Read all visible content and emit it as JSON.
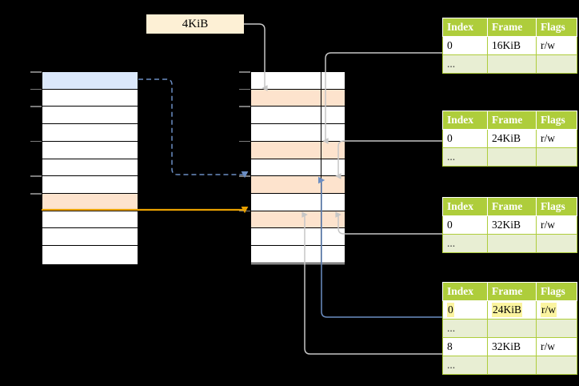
{
  "diagram": {
    "title_label": "4KiB",
    "background": "#000000",
    "colors": {
      "header_green": "#aecd3b",
      "row_alt_green": "#e8eed3",
      "highlight_yellow": "#fbf4a0",
      "peach_row": "#fde3cd",
      "blue_row": "#dbe8fb",
      "orange_arrow": "#e8a000",
      "blue_arrow": "#5b7fb9",
      "gray_arrow": "#c8c8c8",
      "label_bg": "#fdf0d5"
    }
  },
  "left_table": {
    "name": "virtual-address-space",
    "row_count": 11,
    "rows": [
      {
        "index": 0,
        "fill": "blue",
        "label": ""
      },
      {
        "index": 1,
        "fill": "white",
        "label": ""
      },
      {
        "index": 2,
        "fill": "white",
        "label": ""
      },
      {
        "index": 3,
        "fill": "white",
        "label": ""
      },
      {
        "index": 4,
        "fill": "white",
        "label": ""
      },
      {
        "index": 5,
        "fill": "white",
        "label": ""
      },
      {
        "index": 6,
        "fill": "white",
        "label": ""
      },
      {
        "index": 7,
        "fill": "peach",
        "label": ""
      },
      {
        "index": 8,
        "fill": "white",
        "label": ""
      },
      {
        "index": 9,
        "fill": "white",
        "label": ""
      },
      {
        "index": 10,
        "fill": "white",
        "label": ""
      }
    ]
  },
  "middle_table": {
    "name": "physical-memory",
    "row_count": 11,
    "rows": [
      {
        "index": 0,
        "fill": "white",
        "label": ""
      },
      {
        "index": 1,
        "fill": "peach",
        "label": ""
      },
      {
        "index": 2,
        "fill": "white",
        "label": ""
      },
      {
        "index": 3,
        "fill": "white",
        "label": ""
      },
      {
        "index": 4,
        "fill": "peach",
        "label": ""
      },
      {
        "index": 5,
        "fill": "white",
        "label": ""
      },
      {
        "index": 6,
        "fill": "peach",
        "label": ""
      },
      {
        "index": 7,
        "fill": "white",
        "label": ""
      },
      {
        "index": 8,
        "fill": "peach",
        "label": ""
      },
      {
        "index": 9,
        "fill": "white",
        "label": ""
      },
      {
        "index": 10,
        "fill": "white",
        "label": ""
      }
    ]
  },
  "page_tables": [
    {
      "name": "page-table-level-0",
      "headers": [
        "Index",
        "Frame",
        "Flags"
      ],
      "rows": [
        {
          "type": "data",
          "cells": [
            "0",
            "16KiB",
            "r/w"
          ],
          "highlight": [
            false,
            false,
            false
          ]
        },
        {
          "type": "dots",
          "cells": [
            "...",
            "",
            ""
          ],
          "highlight": [
            false,
            false,
            false
          ]
        }
      ]
    },
    {
      "name": "page-table-level-1",
      "headers": [
        "Index",
        "Frame",
        "Flags"
      ],
      "rows": [
        {
          "type": "data",
          "cells": [
            "0",
            "24KiB",
            "r/w"
          ],
          "highlight": [
            false,
            false,
            false
          ]
        },
        {
          "type": "dots",
          "cells": [
            "...",
            "",
            ""
          ],
          "highlight": [
            false,
            false,
            false
          ]
        }
      ]
    },
    {
      "name": "page-table-level-2",
      "headers": [
        "Index",
        "Frame",
        "Flags"
      ],
      "rows": [
        {
          "type": "data",
          "cells": [
            "0",
            "32KiB",
            "r/w"
          ],
          "highlight": [
            false,
            false,
            false
          ]
        },
        {
          "type": "dots",
          "cells": [
            "...",
            "",
            ""
          ],
          "highlight": [
            false,
            false,
            false
          ]
        }
      ]
    },
    {
      "name": "page-table-level-3",
      "headers": [
        "Index",
        "Frame",
        "Flags"
      ],
      "rows": [
        {
          "type": "data",
          "cells": [
            "0",
            "24KiB",
            "r/w"
          ],
          "highlight": [
            true,
            true,
            true
          ]
        },
        {
          "type": "dots",
          "cells": [
            "...",
            "",
            ""
          ],
          "highlight": [
            false,
            false,
            false
          ]
        },
        {
          "type": "data",
          "cells": [
            "8",
            "32KiB",
            "r/w"
          ],
          "highlight": [
            false,
            false,
            false
          ]
        },
        {
          "type": "dots",
          "cells": [
            "...",
            "",
            ""
          ],
          "highlight": [
            false,
            false,
            false
          ]
        }
      ]
    }
  ]
}
